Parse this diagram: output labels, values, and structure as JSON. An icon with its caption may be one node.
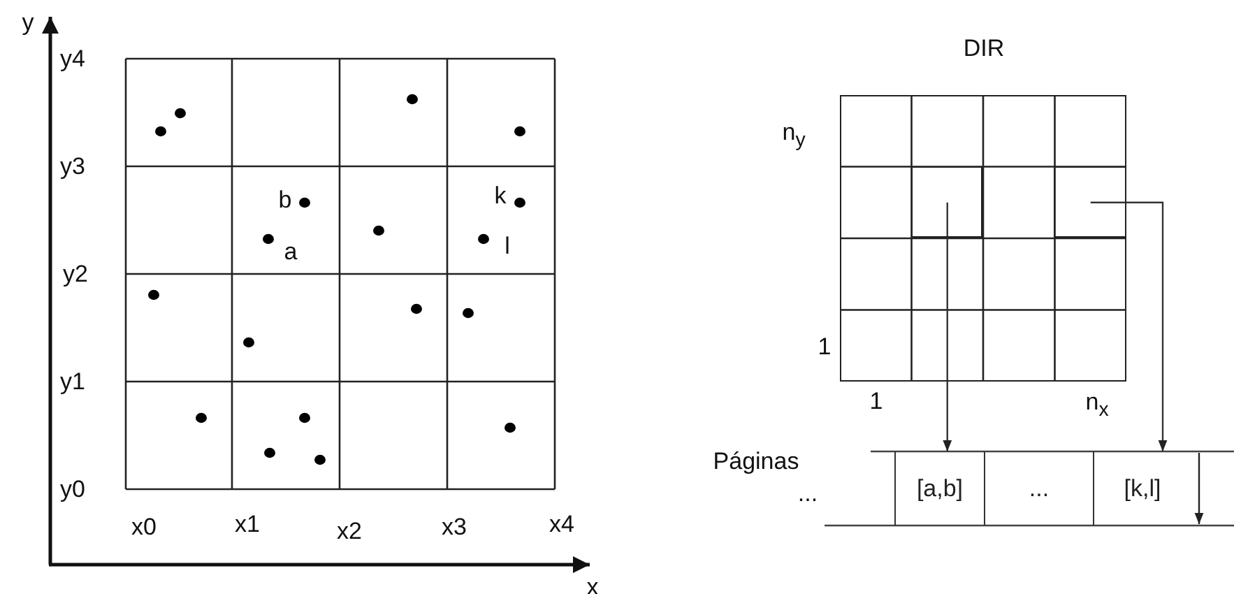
{
  "diagram": {
    "nodes": [
      {
        "text": [
          "DIR"
        ]
      },
      {
        "text": [],
        "shape": "box",
        "in": 0
      },
      {
        "text": [],
        "shape": "box",
        "in": 0
      },
      {
        "text": [
          "[a,b]"
        ]
      },
      {
        "text": [
          "..."
        ]
      },
      {
        "text": [
          "[k,l]"
        ]
      }
    ],
    "edges": [
      {
        "from": 1,
        "to": 3,
        "arrow": "to"
      },
      {
        "from": 2,
        "to": 5,
        "arrow": "to"
      }
    ],
    "labels": [
      "y",
      "y4",
      "y3",
      "b",
      "k",
      "a",
      "l",
      "y2",
      "y1",
      "y0",
      "x0",
      "x1",
      "x2",
      "x3",
      "x4",
      "x",
      "n$_{y}$",
      "1",
      "1",
      "n$_{x}$",
      "Páginas",
      "..."
    ]
  }
}
